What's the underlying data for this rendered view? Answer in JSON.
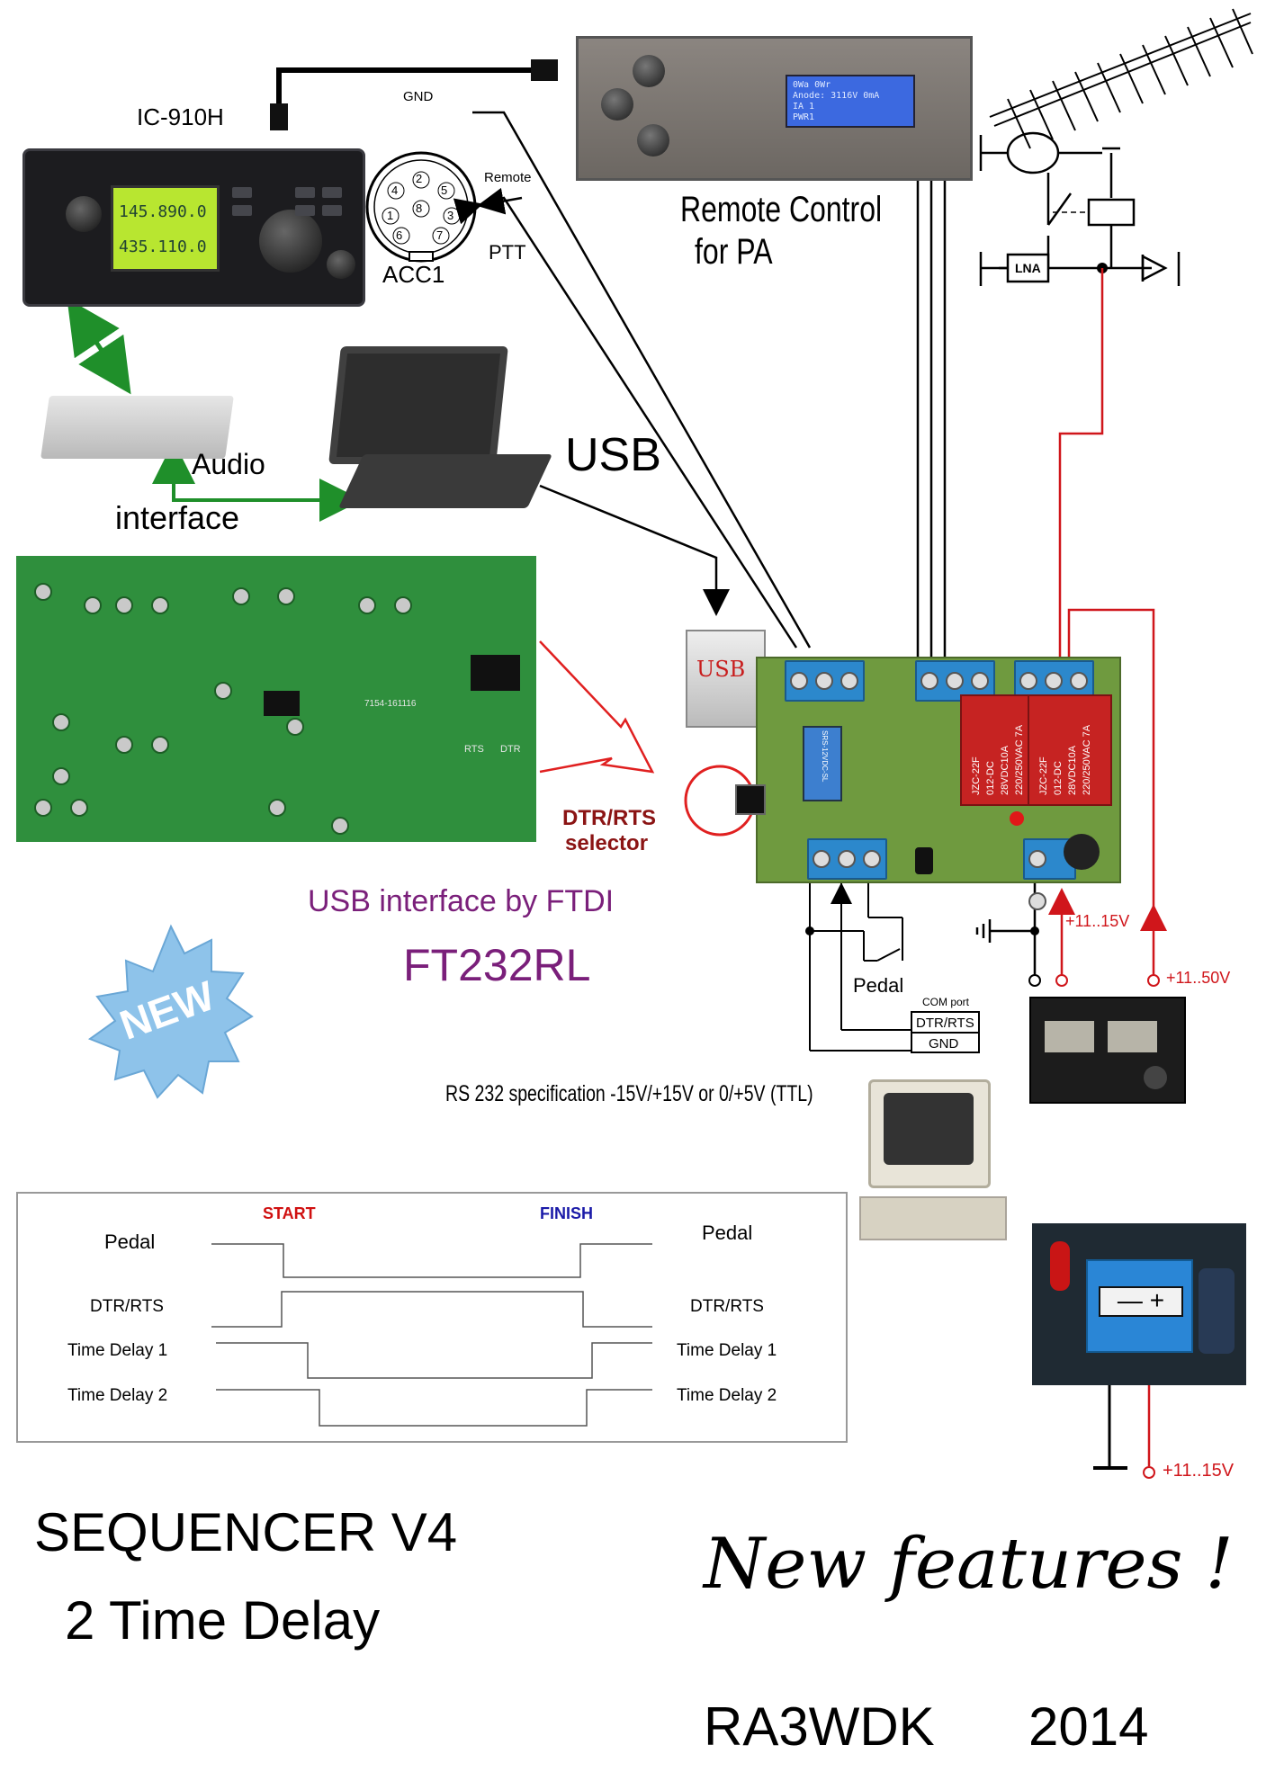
{
  "radio": {
    "model": "IC-910H",
    "freq_main": "145.890.0",
    "freq_sub": "435.110.0"
  },
  "acc": {
    "name": "ACC1",
    "pins": [
      "1",
      "2",
      "3",
      "4",
      "5",
      "6",
      "7",
      "8"
    ],
    "gnd": "GND",
    "remote": "Remote",
    "ptt": "PTT"
  },
  "remote_pa": {
    "line1": "Remote Control",
    "line2": "for PA",
    "display": [
      "0Wa    0Wr",
      "Anode: 3116V   0mA",
      "IA  1",
      "PWR1"
    ]
  },
  "lna": "LNA",
  "audio": {
    "line1": "Audio",
    "line2": "interface"
  },
  "usb_label": "USB",
  "usb_connector": "USB",
  "pcb": {
    "label_rts": "RTS",
    "label_dtr": "DTR",
    "chip_id": "7154-161116"
  },
  "selector": {
    "line1": "DTR/RTS",
    "line2": "selector"
  },
  "ftdi": {
    "line1": "USB  interface by FTDI",
    "line2": "FT232RL"
  },
  "badge": "NEW",
  "pedal": "Pedal",
  "com": {
    "title": "COM port",
    "row1": "DTR/RTS",
    "row2": "GND"
  },
  "rs232": "RS 232 specification -15V/+15V or 0/+5V (TTL)",
  "volt_1": "+11..15V",
  "volt_2": "+11..50V",
  "volt_3": "+11..15V",
  "relay_text": [
    "JZC-22F",
    "012-DC",
    "28VDC10A",
    "220/250VAC 7A"
  ],
  "relay_small": "SRS-12VDC-SL",
  "timing": {
    "start": "START",
    "finish": "FINISH",
    "left": [
      "Pedal",
      "DTR/RTS",
      "Time Delay  1",
      "Time Delay  2"
    ],
    "right": [
      "Pedal",
      "DTR/RTS",
      "Time Delay  1",
      "Time Delay  2"
    ]
  },
  "title": {
    "line1": "SEQUENCER  V4",
    "line2": "2  Time Delay"
  },
  "features": "New features !",
  "author": "RA3WDK",
  "year": "2014",
  "colors": {
    "wire": "#000000",
    "power": "#d0161b",
    "audio_arrow": "#1f8f2a",
    "ftdi_text": "#7a1f7a",
    "selector_text": "#8b1414",
    "start": "#d01010",
    "finish": "#1a1aa8"
  }
}
